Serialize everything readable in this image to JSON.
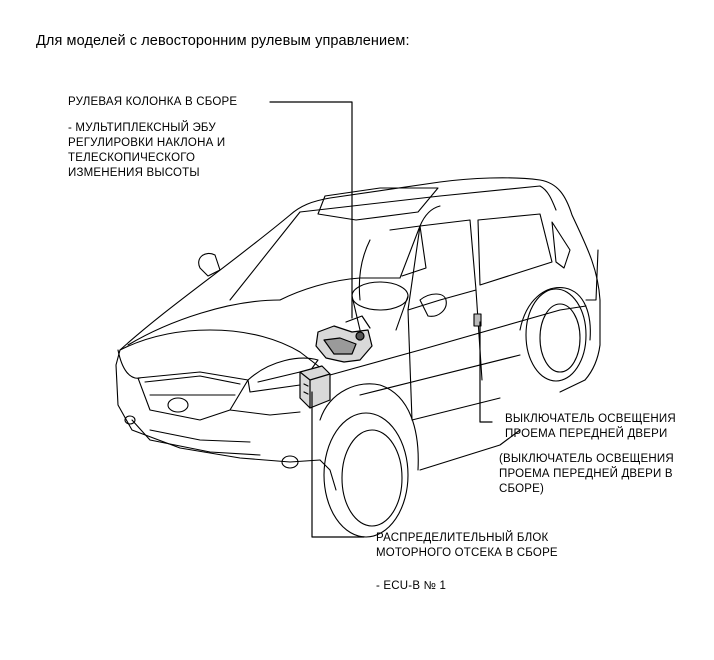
{
  "heading": "Для моделей с левосторонним рулевым управлением:",
  "callouts": {
    "steering_column": {
      "title": "РУЛЕВАЯ КОЛОНКА В СБОРЕ",
      "note_lines": [
        "- МУЛЬТИПЛЕКСНЫЙ ЭБУ",
        "РЕГУЛИРОВКИ НАКЛОНА И",
        "ТЕЛЕСКОПИЧЕСКОГО",
        "ИЗМЕНЕНИЯ ВЫСОТЫ"
      ]
    },
    "door_switch": {
      "title_lines": [
        "ВЫКЛЮЧАТЕЛЬ ОСВЕЩЕНИЯ",
        "ПРОЕМА ПЕРЕДНЕЙ ДВЕРИ"
      ],
      "note_lines": [
        "(ВЫКЛЮЧАТЕЛЬ ОСВЕЩЕНИЯ",
        "ПРОЕМА ПЕРЕДНЕЙ ДВЕРИ В",
        "СБОРЕ)"
      ]
    },
    "junction_block": {
      "title_lines": [
        "РАСПРЕДЕЛИТЕЛЬНЫЙ БЛОК",
        "МОТОРНОГО ОТСЕКА В СБОРЕ"
      ],
      "note": "- ECU-B № 1"
    }
  }
}
